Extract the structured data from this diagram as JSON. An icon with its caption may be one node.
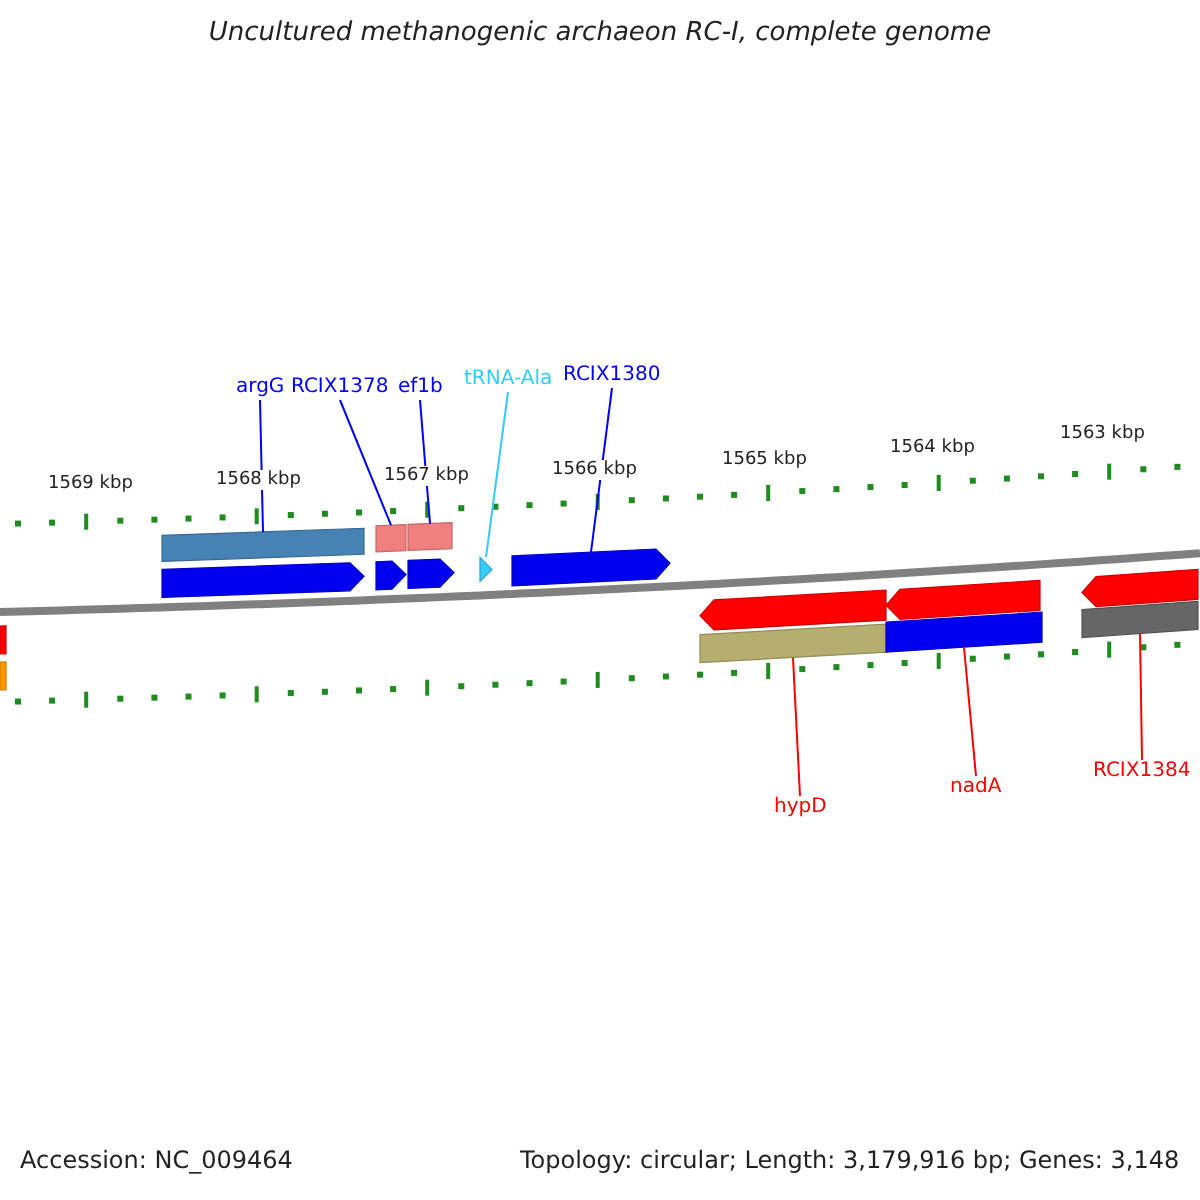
{
  "diagram": {
    "title": "Uncultured methanogenic archaeon RC-I, complete genome",
    "nodes": [
      {
        "text": [
          "argG"
        ]
      },
      {
        "text": [
          "RCIX1378"
        ]
      },
      {
        "text": [
          "ef1b"
        ]
      },
      {
        "text": [
          "tRNA-Ala"
        ]
      },
      {
        "text": [
          "RCIX1380"
        ]
      },
      {
        "text": [],
        "shape": "bar"
      },
      {
        "text": [],
        "shape": "bar"
      },
      {
        "text": [],
        "shape": "bar"
      },
      {
        "text": [],
        "shape": "arrow"
      },
      {
        "text": [],
        "shape": "arrow"
      },
      {
        "text": [],
        "shape": "arrow"
      },
      {
        "text": [],
        "shape": "triangle"
      },
      {
        "text": [],
        "shape": "arrow"
      },
      {
        "text": [],
        "shape": "bar"
      },
      {
        "text": [],
        "shape": "bar"
      },
      {
        "text": [],
        "shape": "arrow"
      },
      {
        "text": [],
        "shape": "arrow"
      },
      {
        "text": [],
        "shape": "arrow"
      },
      {
        "text": [],
        "shape": "bar"
      },
      {
        "text": [],
        "shape": "bar"
      },
      {
        "text": [],
        "shape": "bar"
      },
      {
        "text": [
          "hypD"
        ]
      },
      {
        "text": [
          "nadA"
        ]
      },
      {
        "text": [
          "RCIX1384"
        ]
      }
    ],
    "edges": [
      {
        "from": 0,
        "to": 5,
        "arrow": "none"
      },
      {
        "from": 1,
        "to": 6,
        "arrow": "none"
      },
      {
        "from": 2,
        "to": 7,
        "arrow": "none"
      },
      {
        "from": 3,
        "to": 11,
        "arrow": "none",
        "color": "#33ccff"
      },
      {
        "from": 4,
        "to": 12,
        "arrow": "none"
      },
      {
        "from": 21,
        "to": 18,
        "arrow": "none",
        "color": "#ff0000"
      },
      {
        "from": 22,
        "to": 19,
        "arrow": "none",
        "color": "#ff0000"
      },
      {
        "from": 23,
        "to": 20,
        "arrow": "none",
        "color": "#ff0000"
      }
    ],
    "labels": [
      "1569 kbp",
      "1568 kbp",
      "1567 kbp",
      "1566 kbp",
      "1565 kbp",
      "1564 kbp",
      "1563 kbp",
      "Accession: NC_009464",
      "Topology: circular; Length: 3,179,916 bp; Genes: 3,148"
    ]
  }
}
